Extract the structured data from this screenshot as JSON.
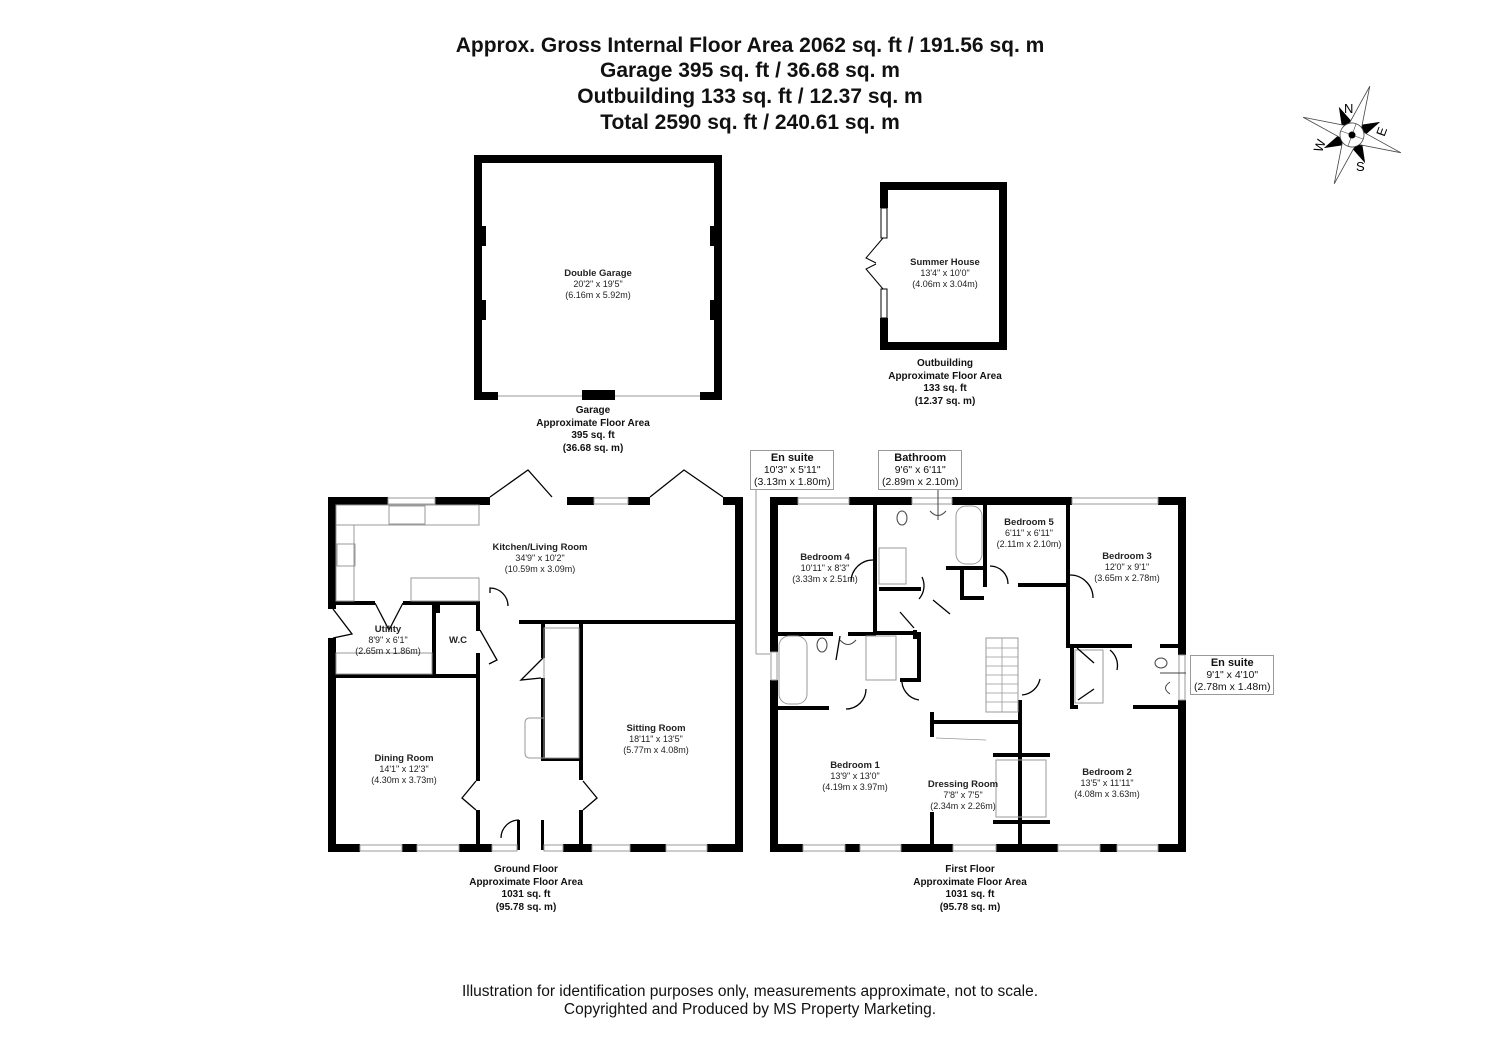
{
  "header": {
    "line1": "Approx. Gross Internal Floor Area 2062 sq. ft / 191.56 sq. m",
    "line2": "Garage 395 sq. ft / 36.68 sq. m",
    "line3": "Outbuilding 133 sq. ft / 12.37 sq. m",
    "line4": "Total 2590 sq. ft / 240.61 sq. m"
  },
  "compass": {
    "n": "N",
    "e": "E",
    "s": "S",
    "w": "W"
  },
  "garage": {
    "room": {
      "name": "Double Garage",
      "imperial": "20'2\" x 19'5\"",
      "metric": "(6.16m x 5.92m)"
    },
    "area": {
      "title": "Garage",
      "subtitle": "Approximate Floor Area",
      "sqft": "395 sq. ft",
      "sqm": "(36.68 sq. m)"
    }
  },
  "outbuilding": {
    "room": {
      "name": "Summer House",
      "imperial": "13'4\" x 10'0\"",
      "metric": "(4.06m x 3.04m)"
    },
    "area": {
      "title": "Outbuilding",
      "subtitle": "Approximate Floor Area",
      "sqft": "133 sq. ft",
      "sqm": "(12.37 sq. m)"
    }
  },
  "ground_floor": {
    "rooms": [
      {
        "name": "Kitchen/Living Room",
        "imperial": "34'9\" x 10'2\"",
        "metric": "(10.59m x 3.09m)"
      },
      {
        "name": "Utility",
        "imperial": "8'9\" x 6'1\"",
        "metric": "(2.65m x 1.86m)"
      },
      {
        "name": "W.C",
        "imperial": "",
        "metric": ""
      },
      {
        "name": "Dining Room",
        "imperial": "14'1\" x 12'3\"",
        "metric": "(4.30m x 3.73m)"
      },
      {
        "name": "Sitting Room",
        "imperial": "18'11\" x 13'5\"",
        "metric": "(5.77m x 4.08m)"
      }
    ],
    "area": {
      "title": "Ground Floor",
      "subtitle": "Approximate Floor Area",
      "sqft": "1031 sq. ft",
      "sqm": "(95.78 sq. m)"
    }
  },
  "first_floor": {
    "callouts": [
      {
        "name": "En suite",
        "imperial": "10'3\" x 5'11\"",
        "metric": "(3.13m x 1.80m)"
      },
      {
        "name": "Bathroom",
        "imperial": "9'6\" x 6'11\"",
        "metric": "(2.89m x 2.10m)"
      },
      {
        "name": "En suite",
        "imperial": "9'1\" x 4'10\"",
        "metric": "(2.78m x 1.48m)"
      }
    ],
    "rooms": [
      {
        "name": "Bedroom 4",
        "imperial": "10'11\" x 8'3\"",
        "metric": "(3.33m x 2.51m)"
      },
      {
        "name": "Bedroom 5",
        "imperial": "6'11\" x 6'11\"",
        "metric": "(2.11m x 2.10m)"
      },
      {
        "name": "Bedroom 3",
        "imperial": "12'0\" x 9'1\"",
        "metric": "(3.65m x 2.78m)"
      },
      {
        "name": "Bedroom 1",
        "imperial": "13'9\" x 13'0\"",
        "metric": "(4.19m x 3.97m)"
      },
      {
        "name": "Dressing Room",
        "imperial": "7'8\" x 7'5\"",
        "metric": "(2.34m x 2.26m)"
      },
      {
        "name": "Bedroom 2",
        "imperial": "13'5\" x 11'11\"",
        "metric": "(4.08m x 3.63m)"
      }
    ],
    "area": {
      "title": "First Floor",
      "subtitle": "Approximate Floor Area",
      "sqft": "1031 sq. ft",
      "sqm": "(95.78 sq. m)"
    }
  },
  "footer": {
    "disclaimer": "Illustration for identification purposes only, measurements approximate, not to scale.",
    "copyright": "Copyrighted  and Produced by MS Property Marketing."
  }
}
